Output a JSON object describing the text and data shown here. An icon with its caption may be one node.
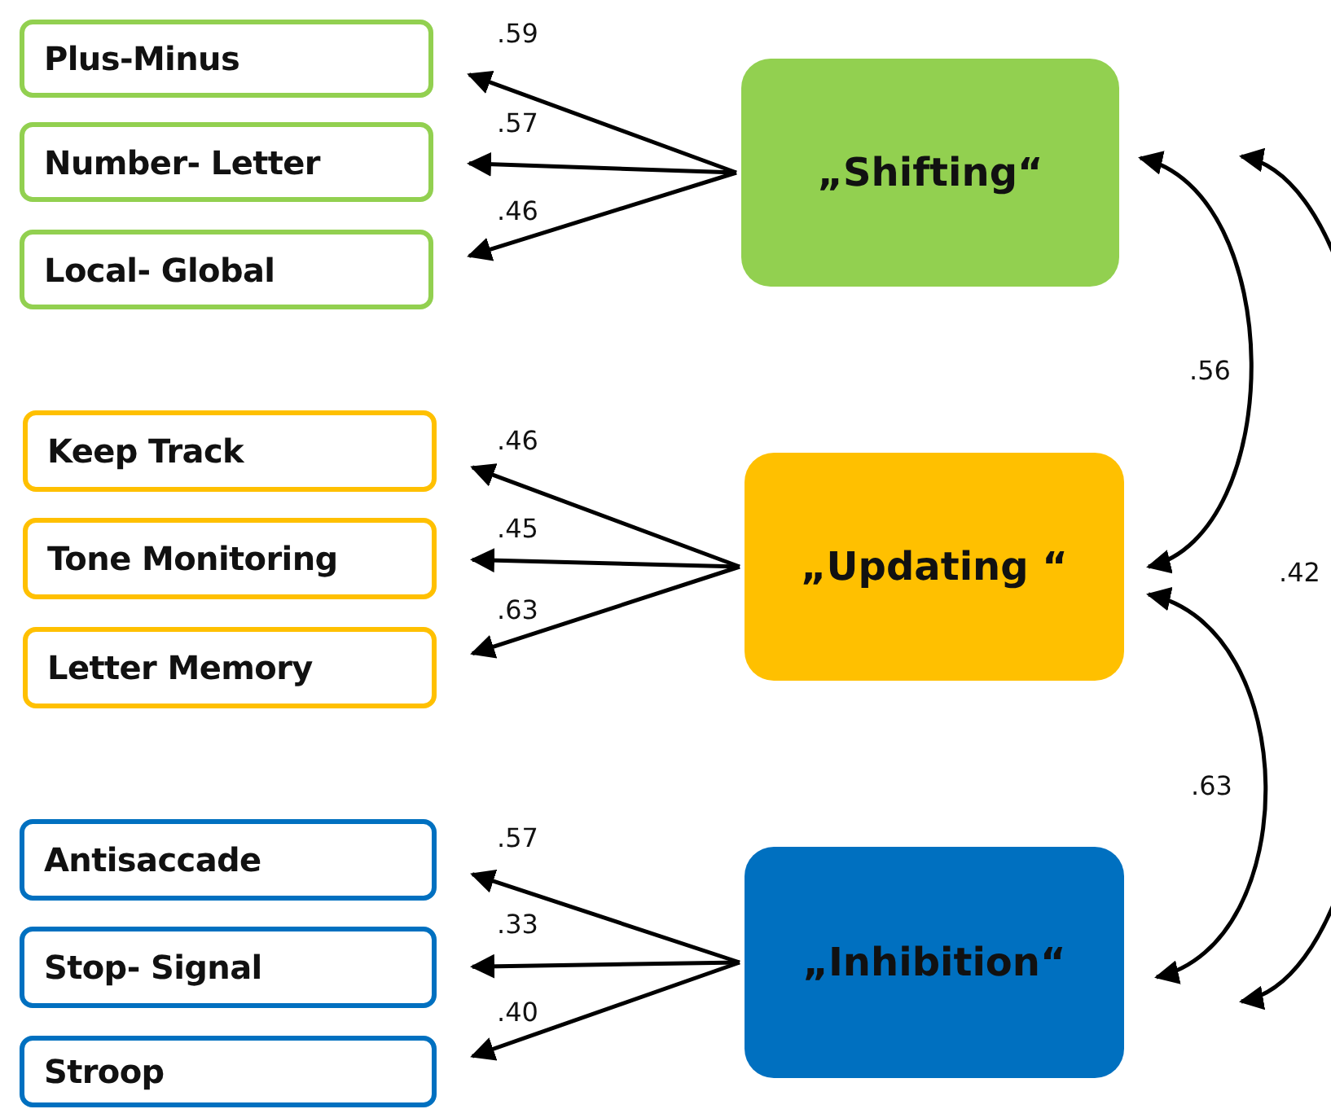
{
  "diagram": {
    "nodes": [
      {
        "text": [
          "Plus-Minus"
        ]
      },
      {
        "text": [
          "Number- Letter"
        ]
      },
      {
        "text": [
          "Local- Global"
        ]
      },
      {
        "text": [
          "„Shifting“"
        ]
      },
      {
        "text": [
          "Keep Track"
        ]
      },
      {
        "text": [
          "Tone Monitoring"
        ]
      },
      {
        "text": [
          "Letter Memory"
        ]
      },
      {
        "text": [
          "„Updating “"
        ]
      },
      {
        "text": [
          "Antisaccade"
        ]
      },
      {
        "text": [
          "Stop- Signal"
        ]
      },
      {
        "text": [
          "Stroop"
        ]
      },
      {
        "text": [
          "„Inhibition“"
        ]
      }
    ],
    "edges": [
      {
        "from": 3,
        "to": 0,
        "arrow": "to",
        "label": ".59"
      },
      {
        "from": 3,
        "to": 1,
        "arrow": "to",
        "label": ".57"
      },
      {
        "from": 3,
        "to": 2,
        "arrow": "to",
        "label": ".46"
      },
      {
        "from": 7,
        "to": 4,
        "arrow": "to",
        "label": ".46"
      },
      {
        "from": 7,
        "to": 5,
        "arrow": "to",
        "label": ".45"
      },
      {
        "from": 7,
        "to": 6,
        "arrow": "to",
        "label": ".63"
      },
      {
        "from": 11,
        "to": 8,
        "arrow": "to",
        "label": ".57"
      },
      {
        "from": 11,
        "to": 9,
        "arrow": "to",
        "label": ".33"
      },
      {
        "from": 11,
        "to": 10,
        "arrow": "to",
        "label": ".40"
      },
      {
        "from": 3,
        "to": 7,
        "arrow": "both",
        "label": ".56"
      },
      {
        "from": 7,
        "to": 11,
        "arrow": "both",
        "label": ".63"
      },
      {
        "from": 3,
        "to": 11,
        "arrow": "both",
        "label": ".42"
      }
    ]
  }
}
